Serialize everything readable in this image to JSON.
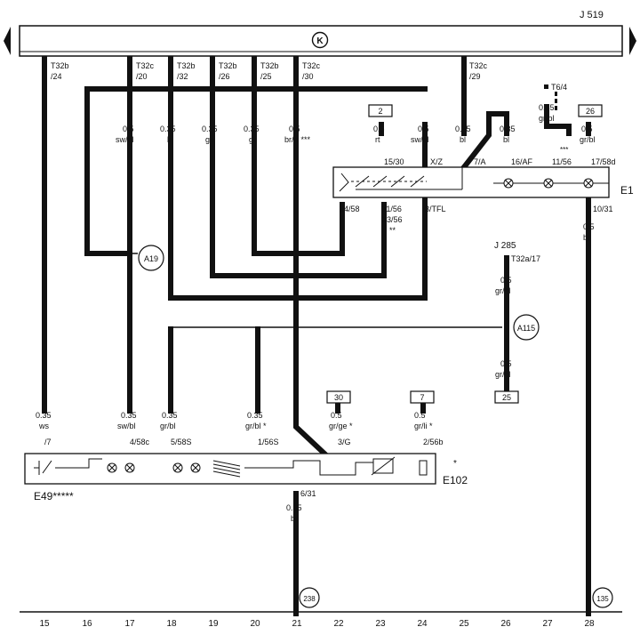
{
  "header": {
    "unit": "J 519",
    "badge": "K"
  },
  "bus_connectors": [
    {
      "pin": "T32b",
      "num": "/24"
    },
    {
      "pin": "T32c",
      "num": "/20"
    },
    {
      "pin": "T32b",
      "num": "/32"
    },
    {
      "pin": "T32b",
      "num": "/26"
    },
    {
      "pin": "T32b",
      "num": "/25"
    },
    {
      "pin": "T32c",
      "num": "/30"
    },
    {
      "pin": "T32c",
      "num": "/29"
    }
  ],
  "wires_top": [
    {
      "size": "0.5",
      "color": "sw/bl"
    },
    {
      "size": "0.35",
      "color": "li"
    },
    {
      "size": "0.35",
      "color": "ge"
    },
    {
      "size": "0.35",
      "color": "gr"
    },
    {
      "size": "0.5",
      "color": "br/rt ***"
    },
    {
      "size": "0.5",
      "color": "rt"
    },
    {
      "size": "0.5",
      "color": "sw/bl"
    },
    {
      "size": "0.35",
      "color": "bl"
    },
    {
      "size": "0.35",
      "color": "bl"
    },
    {
      "size": "0.5",
      "color": "gr/bl"
    }
  ],
  "t6": {
    "label": "T6/4",
    "size": "0.35",
    "color": "gr/bl",
    "stars": "***"
  },
  "refs": {
    "r2": "2",
    "r26": "26",
    "r30": "30",
    "r7": "7",
    "r25": "25"
  },
  "switch_top": {
    "label": "E1",
    "pins": [
      "15/30",
      "X/Z",
      "7/A",
      "16/AF",
      "11/56",
      "17/58d",
      "14/58",
      "11/56",
      "13/56",
      "**",
      "3/TFL",
      "10/31"
    ]
  },
  "circles": {
    "a19": "A19",
    "a115": "A115",
    "g238": "238",
    "g135": "135"
  },
  "j285": {
    "label": "J 285",
    "pin": "T32a/17",
    "size_top": "0.5",
    "color_top": "gr/bl",
    "size_bot": "0.5",
    "color_bot": "gr/bl"
  },
  "bottom_wires": [
    {
      "size": "0.35",
      "color": "ws",
      "pin": "/7"
    },
    {
      "size": "0.35",
      "color": "sw/bl",
      "pin": "4/58c"
    },
    {
      "size": "0.35",
      "color": "gr/bl",
      "pin": "5/58S"
    },
    {
      "size": "0.35",
      "color": "gr/bl *",
      "pin": "1/56S"
    },
    {
      "size": "0.5",
      "color": "gr/ge *",
      "pin": "3/G"
    },
    {
      "size": "0.5",
      "color": "gr/li *",
      "pin": "2/56b"
    }
  ],
  "switch_bottom": {
    "label_left": "E49*****",
    "label_right": "E102",
    "star": "*",
    "ground_pin": "6/31",
    "ground_size": "0.35",
    "ground_color": "br"
  },
  "ground_right": {
    "size": "0.5",
    "color": "br"
  },
  "footer_numbers": [
    "15",
    "16",
    "17",
    "18",
    "19",
    "20",
    "21",
    "22",
    "23",
    "24",
    "25",
    "26",
    "27",
    "28"
  ]
}
